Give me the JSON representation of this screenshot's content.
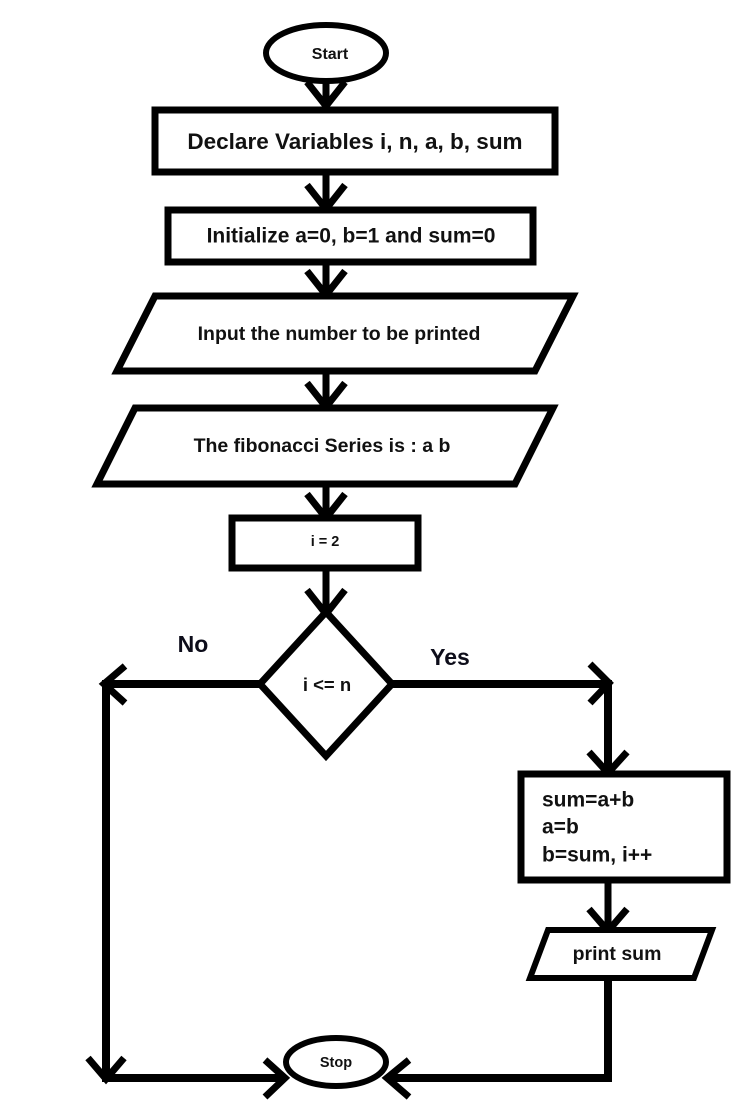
{
  "diagram": {
    "title": "Fibonacci Series Flowchart",
    "background_color": "#ffffff",
    "line_color": "#000000",
    "text_color": "#111111"
  },
  "nodes": {
    "start": {
      "label": "Start",
      "shape": "ellipse-terminal"
    },
    "declare": {
      "label": "Declare Variables i, n, a, b, sum",
      "shape": "process-rectangle"
    },
    "initialize": {
      "label": "Initialize a=0, b=1 and sum=0",
      "shape": "process-rectangle"
    },
    "input": {
      "label": "Input the number to be printed",
      "shape": "io-parallelogram"
    },
    "output_series": {
      "label": "The fibonacci Series is : a b",
      "shape": "io-parallelogram"
    },
    "counter_init": {
      "label": "i = 2",
      "shape": "process-rectangle"
    },
    "decision": {
      "label": "i <= n",
      "shape": "decision-diamond"
    },
    "loop_body": {
      "shape": "process-rectangle",
      "lines": [
        "sum=a+b",
        "a=b",
        "b=sum, i++"
      ]
    },
    "print": {
      "label": "print sum",
      "shape": "io-parallelogram"
    },
    "stop": {
      "label": "Stop",
      "shape": "ellipse-terminal"
    }
  },
  "edge_labels": {
    "no": "No",
    "yes": "Yes"
  },
  "flow_order": [
    "start",
    "declare",
    "initialize",
    "input",
    "output_series",
    "counter_init",
    "decision",
    "loop_body",
    "print",
    "stop"
  ]
}
